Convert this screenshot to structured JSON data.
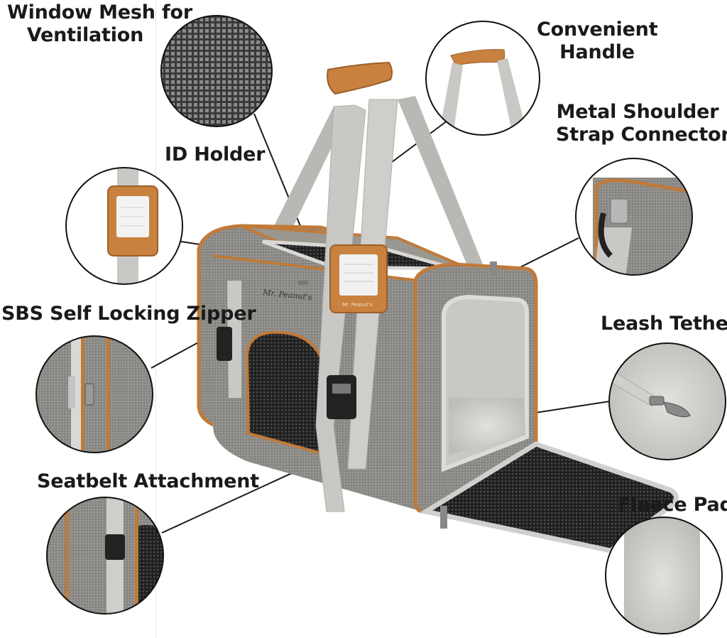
{
  "callouts": {
    "window_mesh": [
      "Window Mesh for",
      "Ventilation"
    ],
    "id_holder": "ID Holder",
    "convenient_handle": [
      "Convenient",
      "Handle"
    ],
    "metal_shoulder": [
      "Metal Shoulder",
      "Strap Connector"
    ],
    "sbs_zipper": "SBS Self Locking Zipper",
    "leash_tether": "Leash Tether",
    "seatbelt": "Seatbelt Attachment",
    "fleece_pad": "Fleece Pad"
  },
  "brand": {
    "embroidery": "Mr. Peanut's",
    "tag_text": "Mr. Peanut's"
  },
  "colors": {
    "fabric_gray": "#8d8b87",
    "trim_orange": "#c07a3a",
    "mesh_dark": "#2a2a2a",
    "strap_light": "#c9c9c6",
    "leather_handle": "#c8813f",
    "fleece": "#d6d5d1"
  }
}
